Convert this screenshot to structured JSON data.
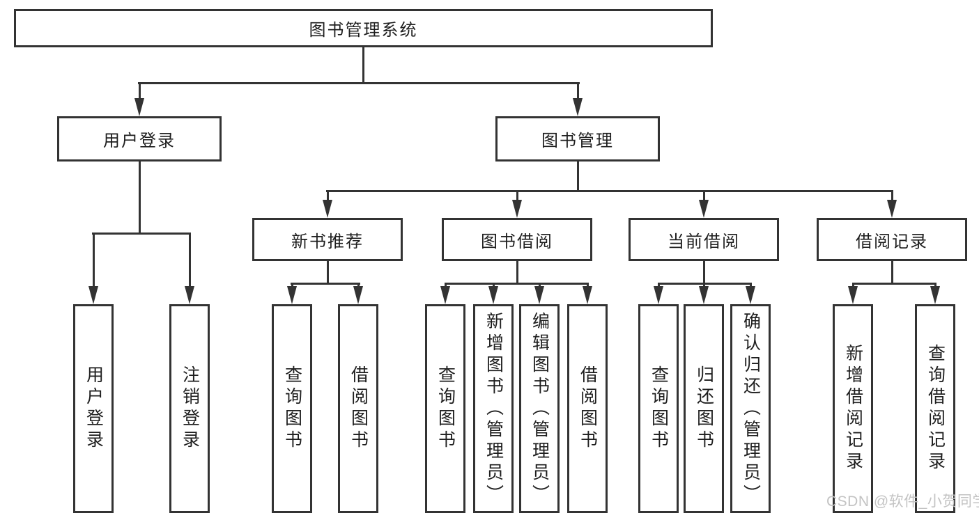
{
  "colors": {
    "line": "#333333",
    "text": "#1e1e1e",
    "watermark": "#c3c3c3",
    "background": "#ffffff"
  },
  "tree": {
    "root": {
      "label": "图书管理系统"
    },
    "branches": [
      {
        "label": "用户登录",
        "leaves": [
          {
            "label": "用户登录"
          },
          {
            "label": "注销登录"
          }
        ]
      },
      {
        "label": "图书管理",
        "groups": [
          {
            "label": "新书推荐",
            "leaves": [
              {
                "label": "查询图书"
              },
              {
                "label": "借阅图书"
              }
            ]
          },
          {
            "label": "图书借阅",
            "leaves": [
              {
                "label": "查询图书"
              },
              {
                "label": "新增图书（管理员）"
              },
              {
                "label": "编辑图书（管理员）"
              },
              {
                "label": "借阅图书"
              }
            ]
          },
          {
            "label": "当前借阅",
            "leaves": [
              {
                "label": "查询图书"
              },
              {
                "label": "归还图书"
              },
              {
                "label": "确认归还（管理员）"
              }
            ]
          },
          {
            "label": "借阅记录",
            "leaves": [
              {
                "label": "新增借阅记录"
              },
              {
                "label": "查询借阅记录"
              }
            ]
          }
        ]
      }
    ]
  },
  "watermark": {
    "text": "CSDN @软件_小贺同学"
  }
}
